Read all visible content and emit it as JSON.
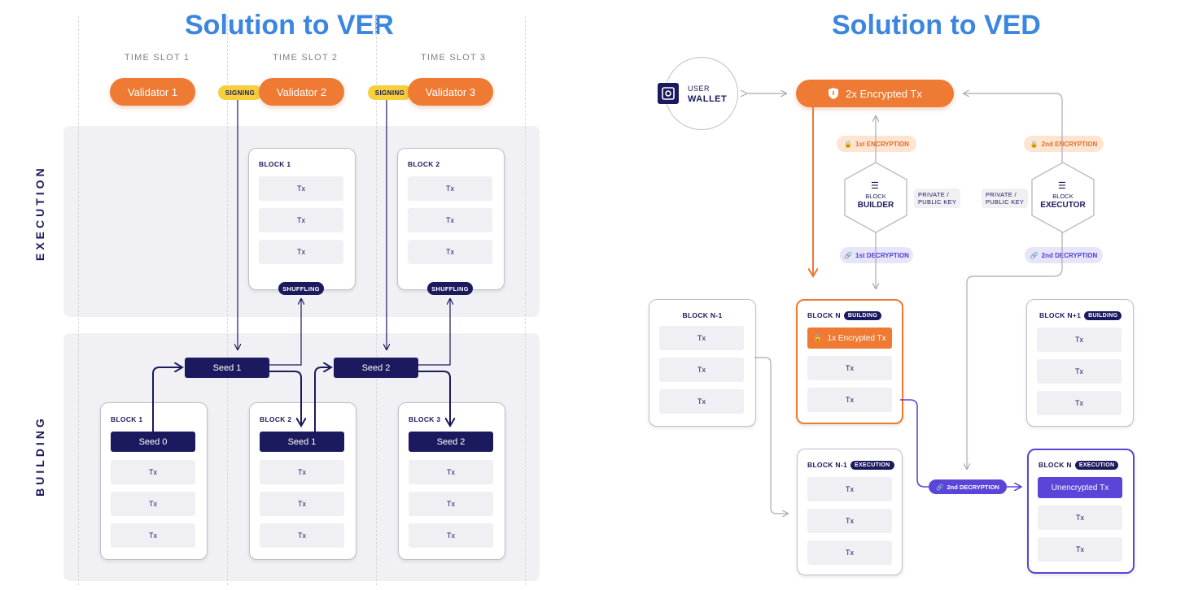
{
  "ver": {
    "title": "Solution to VER",
    "slots": [
      "TIME SLOT 1",
      "TIME SLOT 2",
      "TIME SLOT 3"
    ],
    "validators": [
      "Validator 1",
      "Validator 2",
      "Validator 3"
    ],
    "signing_label": "SIGNING",
    "execution_label": "EXECUTION",
    "building_label": "BUILDING",
    "exec_blocks": [
      {
        "title": "BLOCK 1",
        "rows": [
          "Tx",
          "Tx",
          "Tx"
        ],
        "badge": "SHUFFLING"
      },
      {
        "title": "BLOCK 2",
        "rows": [
          "Tx",
          "Tx",
          "Tx"
        ],
        "badge": "SHUFFLING"
      }
    ],
    "seeds": [
      "Seed 1",
      "Seed 2"
    ],
    "build_blocks": [
      {
        "title": "BLOCK 1",
        "seed": "Seed 0",
        "rows": [
          "Tx",
          "Tx",
          "Tx"
        ]
      },
      {
        "title": "BLOCK 2",
        "seed": "Seed 1",
        "rows": [
          "Tx",
          "Tx",
          "Tx"
        ]
      },
      {
        "title": "BLOCK 3",
        "seed": "Seed 2",
        "rows": [
          "Tx",
          "Tx",
          "Tx"
        ]
      }
    ]
  },
  "ved": {
    "title": "Solution to VED",
    "wallet_top": "USER",
    "wallet_bottom": "WALLET",
    "encrypted_tx": "2x Encrypted Tx",
    "enc1": "1st ENCRYPTION",
    "enc2": "2nd ENCRYPTION",
    "dec1": "1st DECRYPTION",
    "dec2": "2nd DECRYPTION",
    "dec2_bottom": "2nd DECRYPTION",
    "builder_top": "BLOCK",
    "builder_bottom": "BUILDER",
    "executor_top": "BLOCK",
    "executor_bottom": "EXECUTOR",
    "key_left": [
      "PRIVATE /",
      "PUBLIC KEY"
    ],
    "key_right": [
      "PRIVATE /",
      "PUBLIC KEY"
    ],
    "block_nm1": {
      "title": "BLOCK N-1",
      "rows": [
        "Tx",
        "Tx",
        "Tx"
      ]
    },
    "block_n_building": {
      "title": "BLOCK N",
      "badge": "BUILDING",
      "highlight": "1x Encrypted Tx",
      "rows": [
        "Tx",
        "Tx"
      ]
    },
    "block_np1": {
      "title": "BLOCK N+1",
      "badge": "BUILDING",
      "rows": [
        "Tx",
        "Tx",
        "Tx"
      ]
    },
    "block_nm1_exec": {
      "title": "BLOCK N-1",
      "badge": "EXECUTION",
      "rows": [
        "Tx",
        "Tx",
        "Tx"
      ]
    },
    "block_n_exec": {
      "title": "BLOCK N",
      "badge": "EXECUTION",
      "highlight": "Unencrypted Tx",
      "rows": [
        "Tx",
        "Tx"
      ]
    }
  },
  "colors": {
    "title_blue": "#3a86e0",
    "navy": "#1c1a5e",
    "orange": "#ee7a33",
    "yellow": "#f5cf3c",
    "purple": "#5a45d8"
  },
  "icons": [
    "shield-icon",
    "lock-icon",
    "link-icon",
    "wallet-icon",
    "list-icon"
  ]
}
